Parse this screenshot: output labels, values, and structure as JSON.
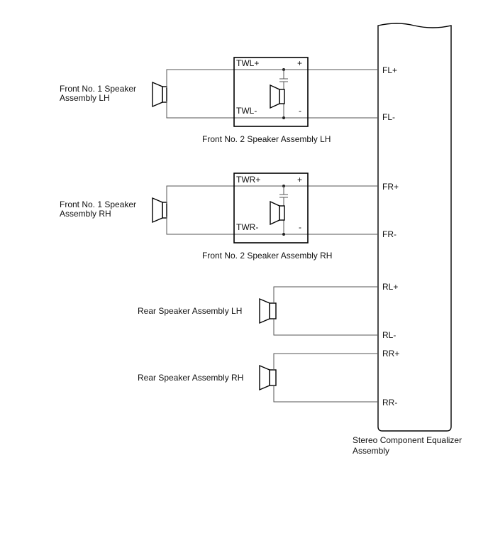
{
  "unit": {
    "name_line1": "Stereo Component Equalizer",
    "name_line2": "Assembly"
  },
  "front_lh": {
    "speaker_line1": "Front No. 1 Speaker",
    "speaker_line2": "Assembly LH",
    "tweeter_pos": "TWL+",
    "tweeter_neg": "TWL-",
    "plus_mark": "+",
    "minus_mark": "-",
    "tweeter_name": "Front No. 2 Speaker Assembly LH",
    "pin_pos": "FL+",
    "pin_neg": "FL-"
  },
  "front_rh": {
    "speaker_line1": "Front No. 1 Speaker",
    "speaker_line2": "Assembly RH",
    "tweeter_pos": "TWR+",
    "tweeter_neg": "TWR-",
    "plus_mark": "+",
    "minus_mark": "-",
    "tweeter_name": "Front No. 2 Speaker Assembly RH",
    "pin_pos": "FR+",
    "pin_neg": "FR-"
  },
  "rear_lh": {
    "speaker_name": "Rear Speaker Assembly LH",
    "pin_pos": "RL+",
    "pin_neg": "RL-"
  },
  "rear_rh": {
    "speaker_name": "Rear Speaker Assembly RH",
    "pin_pos": "RR+",
    "pin_neg": "RR-"
  }
}
